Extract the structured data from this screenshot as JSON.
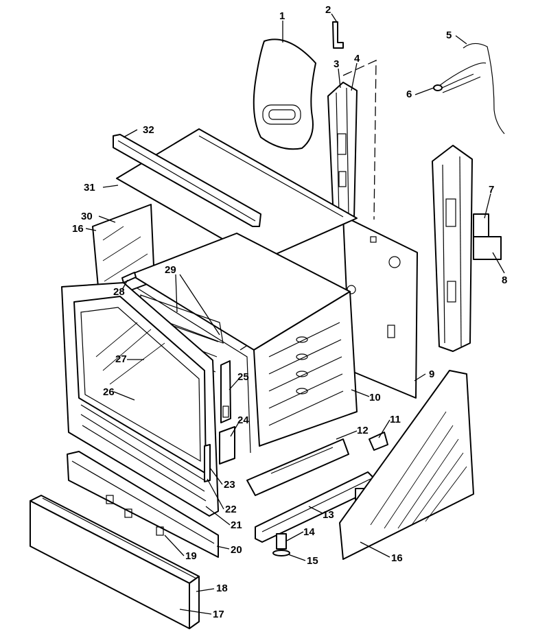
{
  "callouts": {
    "c1": "1",
    "c2": "2",
    "c3": "3",
    "c4": "4",
    "c5": "5",
    "c6": "6",
    "c7": "7",
    "c8": "8",
    "c9": "9",
    "c10": "10",
    "c11": "11",
    "c12": "12",
    "c13": "13",
    "c14": "14",
    "c15": "15",
    "c16a": "16",
    "c16b": "16",
    "c17": "17",
    "c18": "18",
    "c19": "19",
    "c20": "20",
    "c21": "21",
    "c22": "22",
    "c23": "23",
    "c24": "24",
    "c25": "25",
    "c26": "26",
    "c27": "27",
    "c28": "28",
    "c29": "29",
    "c30": "30",
    "c31": "31",
    "c32": "32"
  }
}
